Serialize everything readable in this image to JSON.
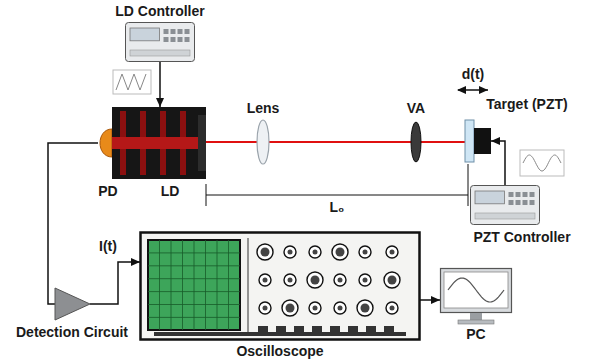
{
  "diagram": {
    "nodes": [
      {
        "text": [
          "LD Controller"
        ]
      },
      {
        "text": [
          "PD",
          "LD"
        ]
      },
      {
        "text": [
          "Target (PZT)"
        ]
      },
      {
        "text": [
          "PZT Controller"
        ]
      },
      {
        "text": [
          "Detection Circuit"
        ]
      },
      {
        "text": [
          "Oscilloscope"
        ]
      },
      {
        "text": [
          "PC"
        ]
      }
    ],
    "edges": [
      {
        "from": 0,
        "to": 1,
        "arrow": "to"
      },
      {
        "from": 1,
        "to": 4,
        "arrow": "none"
      },
      {
        "from": 4,
        "to": 5,
        "arrow": "to"
      },
      {
        "from": 5,
        "to": 6,
        "arrow": "to"
      },
      {
        "from": 3,
        "to": 2,
        "arrow": "to"
      }
    ],
    "labels": [
      "Lens",
      "VA",
      "d(t)",
      "L₀",
      "I(t)"
    ]
  }
}
